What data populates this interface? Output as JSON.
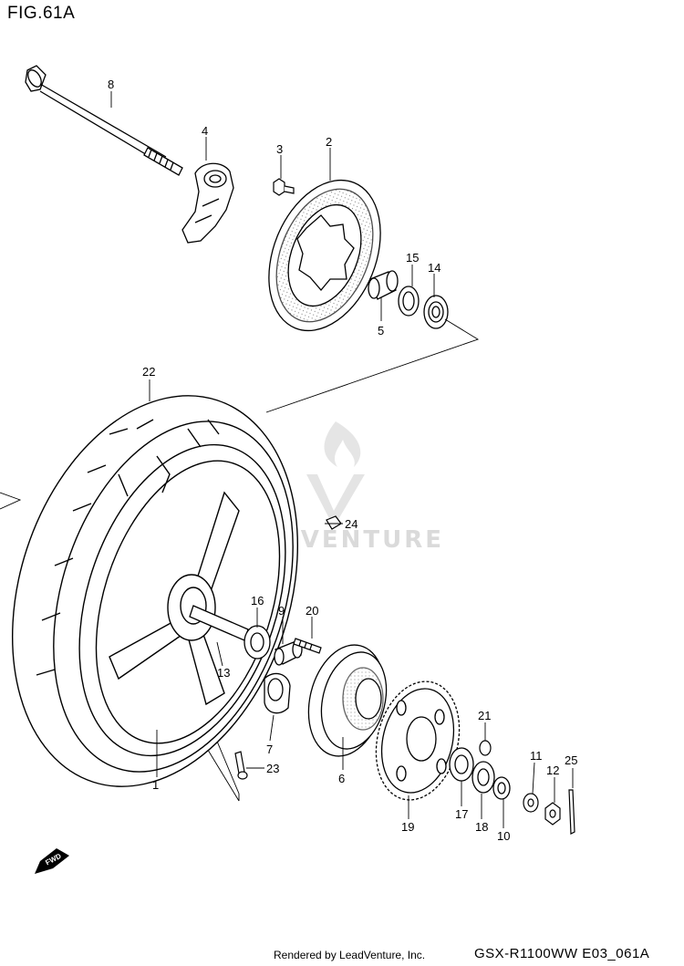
{
  "figure": {
    "title": "FIG.61A"
  },
  "footer": {
    "rendered_by": "Rendered by LeadVenture, Inc.",
    "code": "GSX-R1100WW  E03_061A"
  },
  "watermark": {
    "text": "ADVENTURE"
  },
  "fwd_label": "FWD",
  "parts": [
    {
      "id": "p8",
      "number": "8",
      "name": "axle"
    },
    {
      "id": "p4",
      "number": "4",
      "name": "caliper-bracket"
    },
    {
      "id": "p3",
      "number": "3",
      "name": "disc-bolt"
    },
    {
      "id": "p2",
      "number": "2",
      "name": "brake-disc"
    },
    {
      "id": "p15",
      "number": "15",
      "name": "oil-seal"
    },
    {
      "id": "p14",
      "number": "14",
      "name": "bearing"
    },
    {
      "id": "p5",
      "number": "5",
      "name": "spacer"
    },
    {
      "id": "p22",
      "number": "22",
      "name": "tire"
    },
    {
      "id": "p24",
      "number": "24",
      "name": "balancer"
    },
    {
      "id": "p16",
      "number": "16",
      "name": "bearing"
    },
    {
      "id": "p9",
      "number": "9",
      "name": "spacer"
    },
    {
      "id": "p20",
      "number": "20",
      "name": "stud-bolt"
    },
    {
      "id": "p13",
      "number": "13",
      "name": "spacer"
    },
    {
      "id": "p7",
      "number": "7",
      "name": "damper"
    },
    {
      "id": "p1",
      "number": "1",
      "name": "wheel"
    },
    {
      "id": "p23",
      "number": "23",
      "name": "valve"
    },
    {
      "id": "p6",
      "number": "6",
      "name": "sprocket-drum"
    },
    {
      "id": "p21",
      "number": "21",
      "name": "washer"
    },
    {
      "id": "p11",
      "number": "11",
      "name": "washer"
    },
    {
      "id": "p25",
      "number": "25",
      "name": "cotter-pin"
    },
    {
      "id": "p12",
      "number": "12",
      "name": "nut"
    },
    {
      "id": "p17",
      "number": "17",
      "name": "bearing"
    },
    {
      "id": "p18",
      "number": "18",
      "name": "oil-seal"
    },
    {
      "id": "p10",
      "number": "10",
      "name": "spacer"
    },
    {
      "id": "p19",
      "number": "19",
      "name": "sprocket"
    }
  ]
}
